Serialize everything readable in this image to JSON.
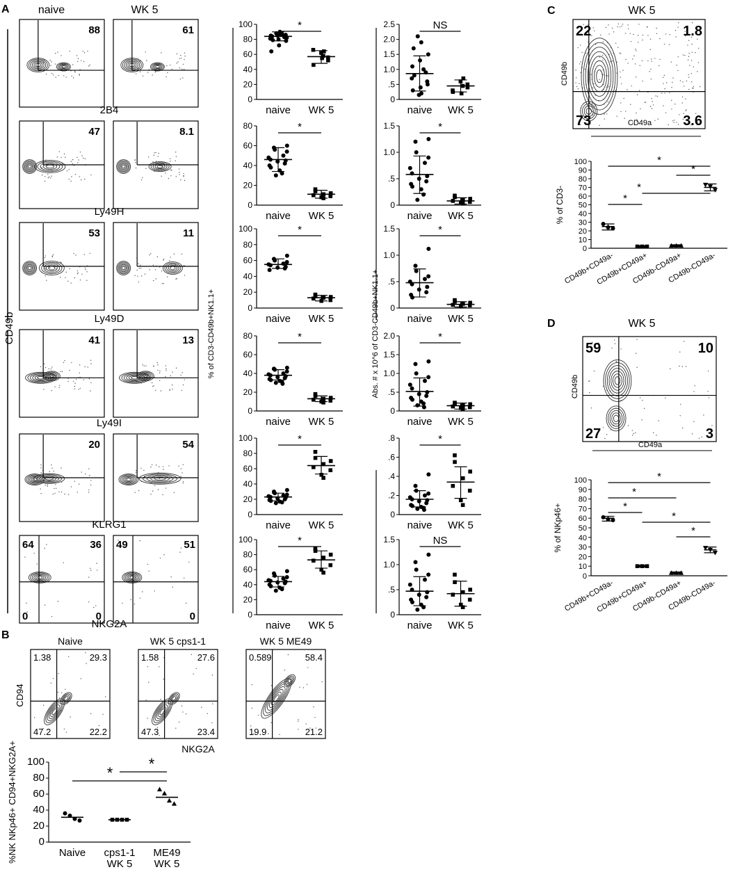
{
  "panel_a": {
    "label": "A",
    "col_headers": [
      "naive",
      "WK 5"
    ],
    "y_axis_label": "CD49b",
    "rows": [
      {
        "marker": "2B4",
        "pcts": [
          "88",
          "61"
        ]
      },
      {
        "marker": "Ly49H",
        "pcts": [
          "47",
          "8.1"
        ]
      },
      {
        "marker": "Ly49D",
        "pcts": [
          "53",
          "11"
        ]
      },
      {
        "marker": "Ly49I",
        "pcts": [
          "41",
          "13"
        ]
      },
      {
        "marker": "KLRG1",
        "pcts": [
          "20",
          "54"
        ]
      },
      {
        "marker": "NKG2A",
        "quads": [
          [
            "64",
            "36",
            "0",
            "0"
          ],
          [
            "49",
            "51",
            "",
            "0"
          ]
        ]
      }
    ],
    "pct_ylabel": "% of CD3-CD49b+NK1.1+",
    "abs_ylabel": "Abs. # x 10^6 of CD3-CD49b+NK1.1+"
  },
  "panel_b": {
    "label": "B",
    "flow_titles": [
      "Naive",
      "WK 5 cps1-1",
      "WK 5 ME49"
    ],
    "quads": [
      [
        "1.38",
        "29.3",
        "47.2",
        "22.2"
      ],
      [
        "1.58",
        "27.6",
        "47.3",
        "23.4"
      ],
      [
        "0.589",
        "58.4",
        "19.9",
        "21.2"
      ]
    ],
    "y_axis_label": "CD94",
    "x_axis_label": "NKG2A"
  },
  "panel_c": {
    "label": "C",
    "title": "WK 5",
    "quads": [
      "22",
      "1.8",
      "73",
      "3.6"
    ],
    "y_axis_label": "CD49b",
    "x_axis_label": "CD49a"
  },
  "panel_d": {
    "label": "D",
    "title": "WK 5",
    "quads": [
      "59",
      "10",
      "27",
      "3"
    ],
    "y_axis_label": "CD49b",
    "x_axis_label": "CD49a"
  },
  "chart_data": [
    {
      "id": "a-pct-2b4",
      "type": "scatter",
      "categories": [
        "naive",
        "WK 5"
      ],
      "ylim": [
        0,
        100
      ],
      "yticks": [
        "0",
        "20",
        "40",
        "60",
        "80",
        "100"
      ],
      "yvals": [
        0,
        20,
        40,
        60,
        80,
        100
      ],
      "means": [
        84,
        57
      ],
      "sd": [
        [
          78,
          90
        ],
        [
          48,
          65
        ]
      ],
      "points": [
        [
          88,
          86,
          84,
          82,
          80,
          85,
          87,
          83,
          79,
          81,
          86,
          78,
          72,
          64,
          90,
          85
        ],
        [
          64,
          62,
          56,
          58,
          52,
          66,
          46,
          55
        ]
      ],
      "marker": [
        "circle",
        "square"
      ],
      "sig": [
        {
          "label": "*"
        }
      ]
    },
    {
      "id": "a-abs-2b4",
      "type": "scatter",
      "categories": [
        "naive",
        "WK 5"
      ],
      "ylim": [
        0,
        2.5
      ],
      "yticks": [
        "0",
        ".5",
        "1.0",
        "1.5",
        "2.0",
        "2.5"
      ],
      "yvals": [
        0,
        0.5,
        1,
        1.5,
        2,
        2.5
      ],
      "means": [
        0.86,
        0.45
      ],
      "sd": [
        [
          0.28,
          1.45
        ],
        [
          0.25,
          0.65
        ]
      ],
      "points": [
        [
          2.1,
          1.9,
          1.7,
          1.5,
          1.3,
          1.1,
          1.0,
          0.9,
          0.8,
          0.7,
          0.6,
          0.5,
          0.4,
          0.3,
          0.2,
          0.15
        ],
        [
          0.7,
          0.6,
          0.5,
          0.45,
          0.4,
          0.3,
          0.25,
          0.2
        ]
      ],
      "marker": [
        "circle",
        "square"
      ],
      "sig": [
        {
          "label": "NS"
        }
      ]
    },
    {
      "id": "a-pct-ly49h",
      "type": "scatter",
      "categories": [
        "naive",
        "WK 5"
      ],
      "ylim": [
        0,
        80
      ],
      "yticks": [
        "0",
        "20",
        "40",
        "60",
        "80"
      ],
      "yvals": [
        0,
        20,
        40,
        60,
        80
      ],
      "means": [
        46,
        11
      ],
      "sd": [
        [
          34,
          58
        ],
        [
          7,
          15
        ]
      ],
      "points": [
        [
          60,
          58,
          56,
          54,
          50,
          48,
          46,
          45,
          44,
          42,
          40,
          38,
          35,
          32,
          30
        ],
        [
          16,
          14,
          12,
          11,
          10,
          9,
          8,
          7
        ]
      ],
      "marker": [
        "circle",
        "square"
      ],
      "sig": [
        {
          "label": "*"
        }
      ]
    },
    {
      "id": "a-abs-ly49h",
      "type": "scatter",
      "categories": [
        "naive",
        "WK 5"
      ],
      "ylim": [
        0,
        1.5
      ],
      "yticks": [
        "0",
        ".5",
        "1.0",
        "1.5"
      ],
      "yvals": [
        0,
        0.5,
        1,
        1.5
      ],
      "means": [
        0.58,
        0.08
      ],
      "sd": [
        [
          0.22,
          0.93
        ],
        [
          0.02,
          0.14
        ]
      ],
      "points": [
        [
          1.25,
          1.2,
          1.0,
          0.9,
          0.8,
          0.7,
          0.6,
          0.55,
          0.5,
          0.45,
          0.4,
          0.35,
          0.3,
          0.2,
          0.1
        ],
        [
          0.18,
          0.15,
          0.12,
          0.1,
          0.08,
          0.06,
          0.05,
          0.03
        ]
      ],
      "marker": [
        "circle",
        "square"
      ],
      "sig": [
        {
          "label": "*"
        }
      ]
    },
    {
      "id": "a-pct-ly49d",
      "type": "scatter",
      "categories": [
        "naive",
        "WK 5"
      ],
      "ylim": [
        0,
        100
      ],
      "yticks": [
        "0",
        "20",
        "40",
        "60",
        "80",
        "100"
      ],
      "yvals": [
        0,
        20,
        40,
        60,
        80,
        100
      ],
      "means": [
        55,
        13
      ],
      "sd": [
        [
          50,
          62
        ],
        [
          9,
          16
        ]
      ],
      "points": [
        [
          66,
          62,
          60,
          58,
          56,
          55,
          54,
          52,
          51,
          50,
          48
        ],
        [
          17,
          15,
          14,
          13,
          12,
          10,
          9
        ]
      ],
      "marker": [
        "circle",
        "square"
      ],
      "sig": [
        {
          "label": "*"
        }
      ]
    },
    {
      "id": "a-abs-ly49d",
      "type": "scatter",
      "categories": [
        "naive",
        "WK 5"
      ],
      "ylim": [
        0,
        1.5
      ],
      "yticks": [
        "0",
        ".5",
        "1.0",
        "1.5"
      ],
      "yvals": [
        0,
        0.5,
        1,
        1.5
      ],
      "means": [
        0.48,
        0.07
      ],
      "sd": [
        [
          0.21,
          0.74
        ],
        [
          0.02,
          0.12
        ]
      ],
      "points": [
        [
          1.12,
          0.8,
          0.7,
          0.6,
          0.55,
          0.5,
          0.45,
          0.4,
          0.35,
          0.3,
          0.25,
          0.2
        ],
        [
          0.15,
          0.12,
          0.1,
          0.08,
          0.06,
          0.05,
          0.03
        ]
      ],
      "marker": [
        "circle",
        "square"
      ],
      "sig": [
        {
          "label": "*"
        }
      ]
    },
    {
      "id": "a-pct-ly49i",
      "type": "scatter",
      "categories": [
        "naive",
        "WK 5"
      ],
      "ylim": [
        0,
        80
      ],
      "yticks": [
        "0",
        "20",
        "40",
        "60",
        "80"
      ],
      "yvals": [
        0,
        20,
        40,
        60,
        80
      ],
      "means": [
        38,
        13
      ],
      "sd": [
        [
          33,
          44
        ],
        [
          10,
          16
        ]
      ],
      "points": [
        [
          46,
          45,
          44,
          42,
          40,
          39,
          38,
          37,
          36,
          35,
          34,
          33,
          32,
          31,
          30,
          29
        ],
        [
          18,
          16,
          14,
          13,
          12,
          11,
          10,
          9
        ]
      ],
      "marker": [
        "circle",
        "square"
      ],
      "sig": [
        {
          "label": "*"
        }
      ]
    },
    {
      "id": "a-abs-ly49i",
      "type": "scatter",
      "categories": [
        "naive",
        "WK 5"
      ],
      "ylim": [
        0,
        2.0
      ],
      "yticks": [
        "0",
        ".5",
        "1.0",
        "1.5",
        "2.0"
      ],
      "yvals": [
        0,
        0.5,
        1,
        1.5,
        2
      ],
      "means": [
        0.52,
        0.14
      ],
      "sd": [
        [
          0.13,
          0.88
        ],
        [
          0.05,
          0.21
        ]
      ],
      "points": [
        [
          1.32,
          1.25,
          1.0,
          0.9,
          0.8,
          0.7,
          0.6,
          0.5,
          0.45,
          0.4,
          0.35,
          0.3,
          0.25,
          0.2,
          0.15,
          0.1
        ],
        [
          0.22,
          0.2,
          0.18,
          0.15,
          0.12,
          0.1,
          0.08,
          0.05
        ]
      ],
      "marker": [
        "circle",
        "square"
      ],
      "sig": [
        {
          "label": "*"
        }
      ]
    },
    {
      "id": "a-pct-klrg1",
      "type": "scatter",
      "categories": [
        "naive",
        "WK 5"
      ],
      "ylim": [
        0,
        100
      ],
      "yticks": [
        "0",
        "20",
        "40",
        "60",
        "80",
        "100"
      ],
      "yvals": [
        0,
        20,
        40,
        60,
        80,
        100
      ],
      "means": [
        23,
        64
      ],
      "sd": [
        [
          18,
          28
        ],
        [
          53,
          76
        ]
      ],
      "points": [
        [
          32,
          30,
          28,
          26,
          25,
          24,
          23,
          22,
          21,
          20,
          19,
          18,
          17,
          16,
          15
        ],
        [
          82,
          74,
          70,
          66,
          62,
          58,
          52,
          48
        ]
      ],
      "marker": [
        "circle",
        "square"
      ],
      "sig": [
        {
          "label": "*"
        }
      ]
    },
    {
      "id": "a-abs-klrg1",
      "type": "scatter",
      "categories": [
        "naive",
        "WK 5"
      ],
      "ylim": [
        0,
        0.8
      ],
      "yticks": [
        "0",
        ".2",
        ".4",
        ".6",
        ".8"
      ],
      "yvals": [
        0,
        0.2,
        0.4,
        0.6,
        0.8
      ],
      "means": [
        0.16,
        0.34
      ],
      "sd": [
        [
          0.08,
          0.25
        ],
        [
          0.17,
          0.5
        ]
      ],
      "points": [
        [
          0.42,
          0.3,
          0.25,
          0.22,
          0.2,
          0.18,
          0.16,
          0.15,
          0.14,
          0.12,
          0.1,
          0.09,
          0.08,
          0.07,
          0.06,
          0.05
        ],
        [
          0.62,
          0.55,
          0.45,
          0.38,
          0.3,
          0.25,
          0.15,
          0.1
        ]
      ],
      "marker": [
        "circle",
        "square"
      ],
      "sig": [
        {
          "label": "*"
        }
      ]
    },
    {
      "id": "a-pct-nkg2a",
      "type": "scatter",
      "categories": [
        "naive",
        "WK 5"
      ],
      "ylim": [
        0,
        100
      ],
      "yticks": [
        "0",
        "20",
        "40",
        "60",
        "80",
        "100"
      ],
      "yvals": [
        0,
        20,
        40,
        60,
        80,
        100
      ],
      "means": [
        44,
        73
      ],
      "sd": [
        [
          37,
          51
        ],
        [
          62,
          85
        ]
      ],
      "points": [
        [
          58,
          55,
          52,
          50,
          48,
          46,
          45,
          44,
          43,
          42,
          40,
          38,
          36,
          34,
          32
        ],
        [
          88,
          85,
          80,
          76,
          72,
          66,
          60,
          56
        ]
      ],
      "marker": [
        "circle",
        "square"
      ],
      "sig": [
        {
          "label": "*"
        }
      ]
    },
    {
      "id": "a-abs-nkg2a",
      "type": "scatter",
      "categories": [
        "naive",
        "WK 5"
      ],
      "ylim": [
        0,
        1.5
      ],
      "yticks": [
        "0",
        ".5",
        "1.0",
        "1.5"
      ],
      "yvals": [
        0,
        0.5,
        1,
        1.5
      ],
      "means": [
        0.47,
        0.42
      ],
      "sd": [
        [
          0.18,
          0.76
        ],
        [
          0.17,
          0.67
        ]
      ],
      "points": [
        [
          1.2,
          1.05,
          0.9,
          0.8,
          0.7,
          0.6,
          0.5,
          0.45,
          0.4,
          0.35,
          0.3,
          0.25,
          0.2,
          0.15,
          0.1
        ],
        [
          0.8,
          0.65,
          0.5,
          0.45,
          0.4,
          0.3,
          0.2,
          0.15
        ]
      ],
      "marker": [
        "circle",
        "square"
      ],
      "sig": [
        {
          "label": "NS"
        }
      ]
    },
    {
      "id": "b-bar",
      "type": "scatter",
      "categories": [
        "Naive",
        "cps1-1\nWK 5",
        "ME49\nWK 5"
      ],
      "ylabel": "%NK NKp46+ CD94+NKG2A+",
      "ylim": [
        0,
        100
      ],
      "yticks": [
        "0",
        "20",
        "40",
        "60",
        "80",
        "100"
      ],
      "yvals": [
        0,
        20,
        40,
        60,
        80,
        100
      ],
      "means": [
        31,
        28,
        56
      ],
      "sd": null,
      "points": [
        [
          36,
          33,
          29,
          27
        ],
        [
          28,
          28,
          28,
          28
        ],
        [
          66,
          61,
          52,
          48
        ]
      ],
      "marker": [
        "circle",
        "square",
        "triangle"
      ],
      "sig": [
        {
          "label": "*"
        },
        {
          "label": "*"
        }
      ]
    },
    {
      "id": "c-bar",
      "type": "scatter",
      "categories": [
        "CD49b+CD49a-",
        "CD49b+CD49a+",
        "CD49b-CD49a+",
        "CD49b-CD49a-"
      ],
      "ylabel": "% of CD3-",
      "ylim": [
        0,
        100
      ],
      "yticks": [
        "0",
        "10",
        "20",
        "30",
        "40",
        "50",
        "60",
        "70",
        "80",
        "90",
        "100"
      ],
      "yvals": [
        0,
        10,
        20,
        30,
        40,
        50,
        60,
        70,
        80,
        90,
        100
      ],
      "means": [
        25,
        2,
        3,
        70
      ],
      "sd": [
        [
          21,
          28
        ],
        [
          1,
          3
        ],
        [
          2,
          4
        ],
        [
          66,
          74
        ]
      ],
      "points": [
        [
          28,
          24,
          23
        ],
        [
          2,
          2,
          2
        ],
        [
          3,
          3,
          3
        ],
        [
          73,
          71,
          67
        ]
      ],
      "marker": [
        "circle",
        "square",
        "triangle",
        "inv-triangle"
      ],
      "sig": [
        {
          "label": "*"
        },
        {
          "label": "*"
        },
        {
          "label": "*"
        },
        {
          "label": "*"
        }
      ]
    },
    {
      "id": "d-bar",
      "type": "scatter",
      "categories": [
        "CD49b+CD49a-",
        "CD49b+CD49a+",
        "CD49b-CD49a+",
        "CD49b-CD49a-"
      ],
      "ylabel": "% of NKp46+",
      "ylim": [
        0,
        100
      ],
      "yticks": [
        "0",
        "10",
        "20",
        "30",
        "40",
        "50",
        "60",
        "70",
        "80",
        "90",
        "100"
      ],
      "yvals": [
        0,
        10,
        20,
        30,
        40,
        50,
        60,
        70,
        80,
        90,
        100
      ],
      "means": [
        60,
        10,
        3,
        27
      ],
      "sd": [
        [
          57,
          62
        ],
        [
          9,
          11
        ],
        [
          2,
          4
        ],
        [
          24,
          30
        ]
      ],
      "points": [
        [
          61,
          59,
          58
        ],
        [
          10,
          10,
          10
        ],
        [
          3,
          3,
          3
        ],
        [
          29,
          27,
          24
        ]
      ],
      "marker": [
        "circle",
        "square",
        "triangle",
        "inv-triangle"
      ],
      "sig": [
        {
          "label": "*"
        },
        {
          "label": "*"
        },
        {
          "label": "*"
        },
        {
          "label": "*"
        },
        {
          "label": "*"
        }
      ]
    }
  ]
}
